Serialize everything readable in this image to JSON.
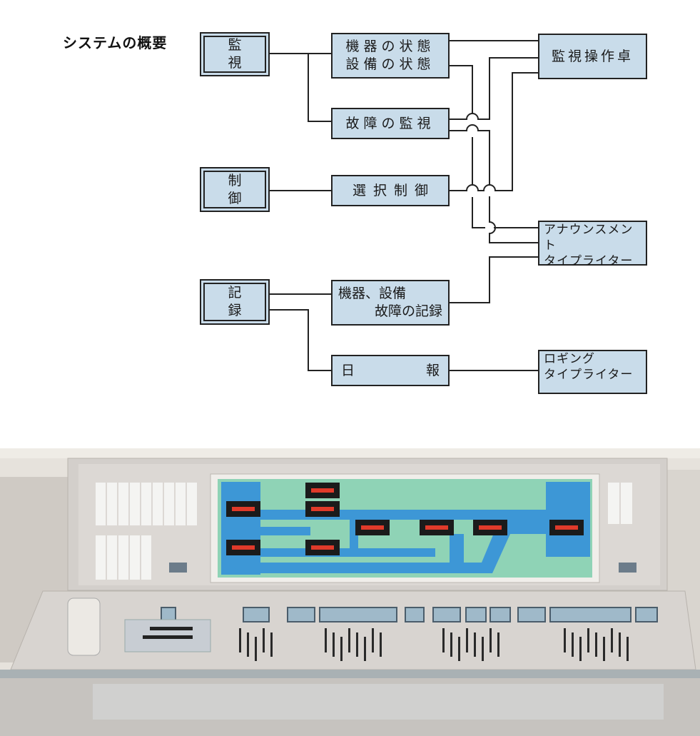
{
  "title": "システムの概要",
  "categories": {
    "monitoring": "監 視",
    "control": "制 御",
    "recording": "記 録"
  },
  "functions": {
    "status_line1": "機器の状態",
    "status_line2": "設備の状態",
    "fault_monitoring": "故障の監視",
    "selective_control": "選択制御",
    "record_line1": "機器、設備",
    "record_line2": "故障の記録",
    "daily_report_left": "日",
    "daily_report_right": "報"
  },
  "outputs": {
    "console": "監視操作卓",
    "announcement_line1": "アナウンスメント",
    "announcement_line2": "タイプライター",
    "logging_line1": "ロギング",
    "logging_line2": "タイプライター"
  },
  "colors": {
    "box_fill": "#c9dcea",
    "line": "#222222",
    "panel_green": "#8fd3b6",
    "panel_blue": "#3d97d6",
    "readout_red": "#e03a2a"
  }
}
